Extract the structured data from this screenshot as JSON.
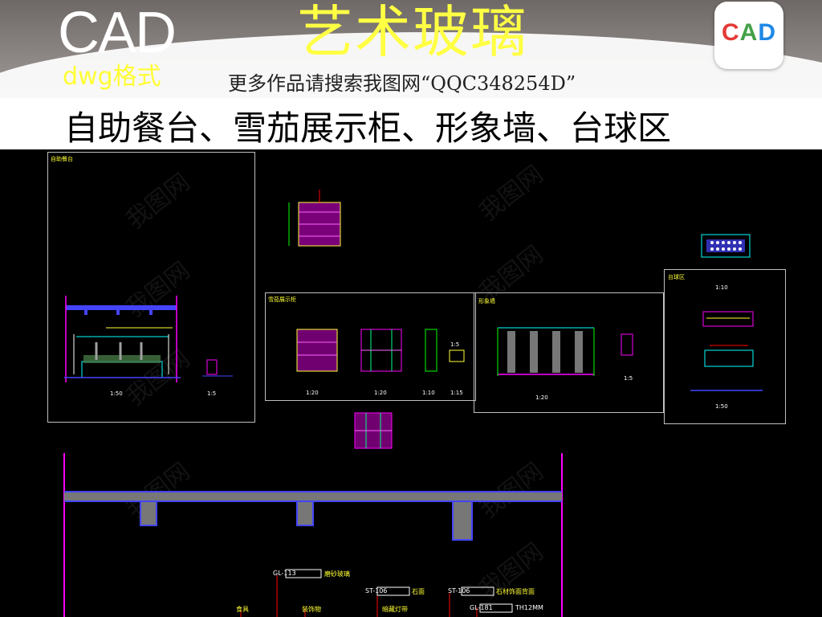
{
  "header": {
    "cad_label": "CAD",
    "format_label": "dwg格式",
    "title": "艺术玻璃",
    "subtitle": "更多作品请搜索我图网“QQC348254D”",
    "app_icon_text": "CAD"
  },
  "banner": {
    "text": "自助餐台、雪茄展示柜、形象墙、台球区"
  },
  "drawing": {
    "panel1": {
      "title": "自助餐台",
      "scale_a": "1:50",
      "scale_b": "1:5"
    },
    "panel2": {
      "title": "雪茄展示柜",
      "scales": [
        "1:20",
        "1:20",
        "1:10",
        "1:15"
      ],
      "small_scale": "1:5"
    },
    "panel3": {
      "title": "形象墙",
      "scale_a": "1:20",
      "scale_b": "1:5"
    },
    "panel4": {
      "title": "台球区",
      "scale_top": "1:10",
      "scale_bottom": "1:50"
    },
    "tags": [
      {
        "code": "GL-113",
        "text": "磨砂玻璃"
      },
      {
        "code": "ST-106",
        "text": "石面"
      },
      {
        "code": "ST-106",
        "text": "石材饰面背面"
      },
      {
        "code": "GL-181",
        "text": "TH12MM"
      }
    ],
    "tag_extras": [
      "食具",
      "装饰物",
      "暗藏灯带"
    ]
  },
  "colors": {
    "accent_yellow": "#ffff44",
    "magenta": "#ff00ff",
    "cad_blue": "#4444ff",
    "cad_green": "#00ff00"
  }
}
